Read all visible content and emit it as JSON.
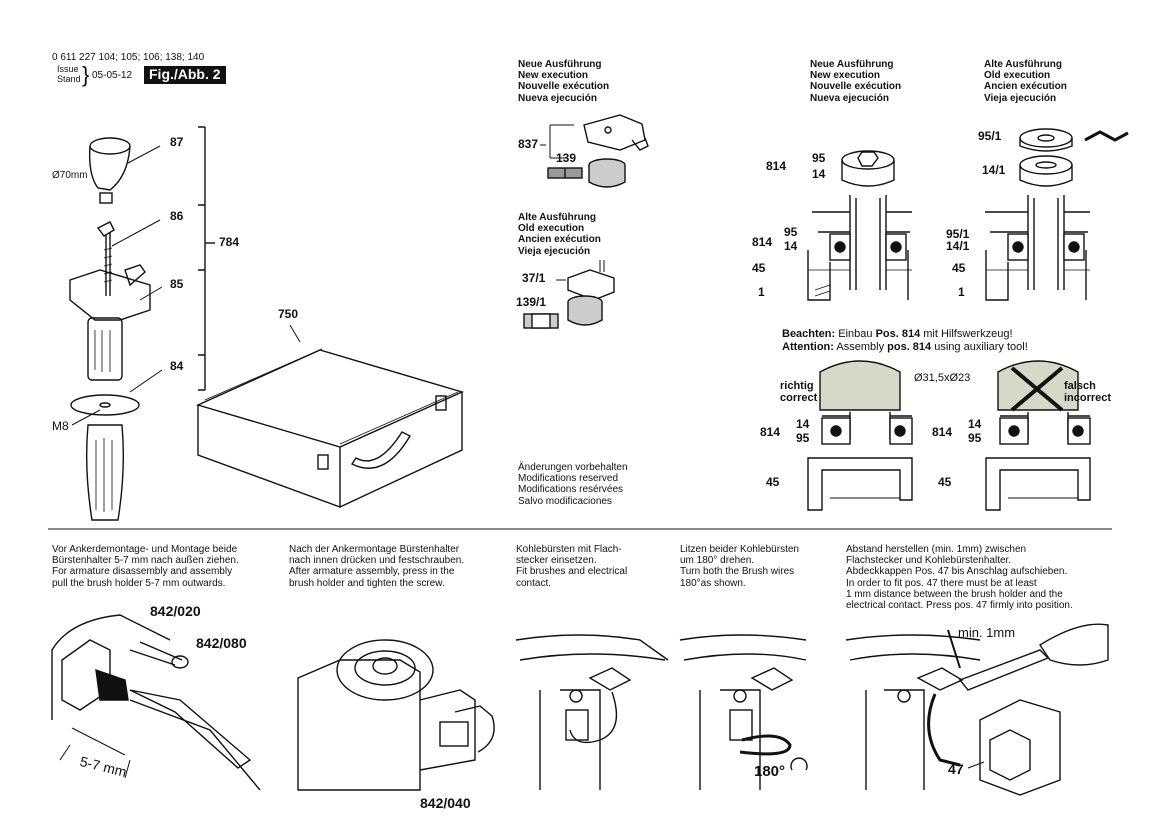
{
  "header": {
    "part_numbers": "0 611 227 104; 105; 106; 138; 140",
    "issue_label": "Issue",
    "stand_label": "Stand",
    "date": "05-05-12",
    "figure": "Fig./Abb. 2"
  },
  "handle_parts": {
    "p87": "87",
    "p86": "86",
    "p85": "85",
    "p84": "84",
    "p784": "784",
    "diameter": "Ø70mm",
    "thread": "M8"
  },
  "case_label": "750",
  "new_execution": [
    "Neue Ausführung",
    "New execution",
    "Nouvelle exécution",
    "Nueva ejecución"
  ],
  "old_execution": [
    "Alte Ausführung",
    "Old execution",
    "Ancien exécution",
    "Vieja ejecución"
  ],
  "brush_new": {
    "p837": "837",
    "p139": "139"
  },
  "brush_old": {
    "p37": "37/1",
    "p139": "139/1"
  },
  "changes": [
    "Änderungen vorbehalten",
    "Modifications reserved",
    "Modifications resérvées",
    "Salvo modificaciones"
  ],
  "bearing_new": {
    "p814": "814",
    "p95": "95",
    "p14": "14",
    "p45": "45",
    "p1": "1"
  },
  "bearing_old": {
    "p95": "95/1",
    "p14": "14/1",
    "p45": "45",
    "p1": "1"
  },
  "assembly_note": {
    "de_label": "Beachten:",
    "de_text1": "Einbau ",
    "de_bold": "Pos. 814",
    "de_text2": " mit Hilfswerkzeug!",
    "en_label": "Attention:",
    "en_text1": "Assembly ",
    "en_bold": "pos. 814",
    "en_text2": " using auxiliary tool!"
  },
  "correct_labels": [
    "richtig",
    "correct"
  ],
  "wrong_labels": [
    "falsch",
    "incorrect"
  ],
  "tool_dimension": "Ø31,5xØ23",
  "install": {
    "p814": "814",
    "p14": "14",
    "p95": "95",
    "p45": "45"
  },
  "steps": [
    {
      "lines": [
        "Vor Ankerdemontage- und Montage beide",
        "Bürstenhalter 5-7 mm nach außen ziehen.",
        "For armature disassembly and assembly",
        "pull the brush holder 5-7 mm outwards."
      ]
    },
    {
      "lines": [
        "Nach der Ankermontage Bürstenhalter",
        "nach innen drücken und festschrauben.",
        "After armature assembly, press in the",
        "brush holder and tighten the screw."
      ]
    },
    {
      "lines": [
        "Kohlebürsten mit Flach-",
        "stecker einsetzen.",
        "Fit brushes and electrical",
        "contact."
      ]
    },
    {
      "lines": [
        "Litzen beider Kohlebürsten",
        "um 180° drehen.",
        "Turn both the Brush wires",
        "180°as shown."
      ]
    },
    {
      "lines": [
        "Abstand herstellen (min. 1mm) zwischen",
        "Flachstecker und Kohlebürstenhalter.",
        "Abdeckkappen Pos. 47 bis Anschlag aufschieben.",
        "In order to fit pos. 47 there must be at least",
        "1 mm distance between the brush holder and the",
        "electrical contact. Press pos. 47 firmly into position."
      ]
    }
  ],
  "step_labels": {
    "p842_020": "842/020",
    "p842_080": "842/080",
    "dist": "5-7 mm",
    "p842_040": "842/040",
    "deg": "180°",
    "min": "min. 1mm",
    "p47": "47"
  }
}
